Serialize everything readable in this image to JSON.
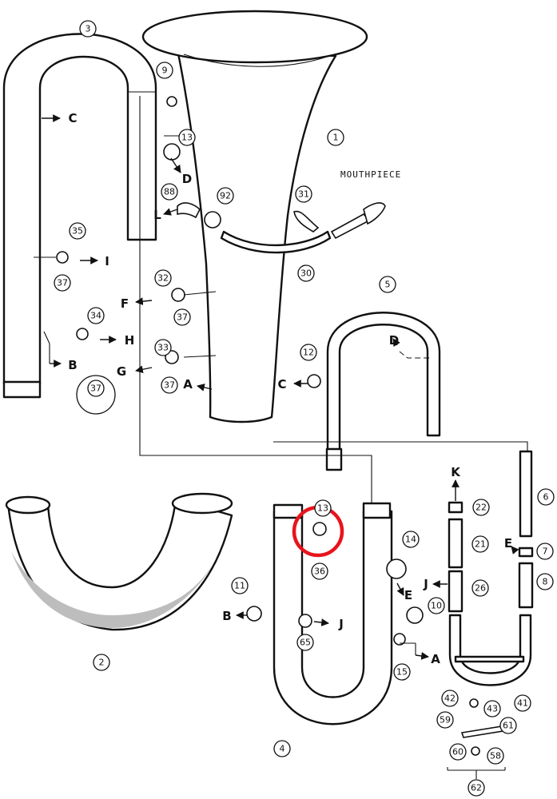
{
  "callouts": [
    {
      "id": "p1",
      "label": "1"
    },
    {
      "id": "p2",
      "label": "2"
    },
    {
      "id": "p3",
      "label": "3"
    },
    {
      "id": "p4",
      "label": "4"
    },
    {
      "id": "p5",
      "label": "5"
    },
    {
      "id": "p6",
      "label": "6"
    },
    {
      "id": "p7",
      "label": "7"
    },
    {
      "id": "p8",
      "label": "8"
    },
    {
      "id": "p9",
      "label": "9"
    },
    {
      "id": "p10",
      "label": "10"
    },
    {
      "id": "p11",
      "label": "11"
    },
    {
      "id": "p12",
      "label": "12"
    },
    {
      "id": "p13",
      "label": "13"
    },
    {
      "id": "p13b",
      "label": "13"
    },
    {
      "id": "p14",
      "label": "14"
    },
    {
      "id": "p15",
      "label": "15"
    },
    {
      "id": "p21",
      "label": "21"
    },
    {
      "id": "p22",
      "label": "22"
    },
    {
      "id": "p26",
      "label": "26"
    },
    {
      "id": "p30",
      "label": "30"
    },
    {
      "id": "p31",
      "label": "31"
    },
    {
      "id": "p32",
      "label": "32"
    },
    {
      "id": "p33",
      "label": "33"
    },
    {
      "id": "p34",
      "label": "34"
    },
    {
      "id": "p35",
      "label": "35"
    },
    {
      "id": "p36",
      "label": "36"
    },
    {
      "id": "p37a",
      "label": "37"
    },
    {
      "id": "p37b",
      "label": "37"
    },
    {
      "id": "p37c",
      "label": "37"
    },
    {
      "id": "p37d",
      "label": "37"
    },
    {
      "id": "p37e",
      "label": "37"
    },
    {
      "id": "p41",
      "label": "41"
    },
    {
      "id": "p42",
      "label": "42"
    },
    {
      "id": "p43",
      "label": "43"
    },
    {
      "id": "p58",
      "label": "58"
    },
    {
      "id": "p59",
      "label": "59"
    },
    {
      "id": "p60",
      "label": "60"
    },
    {
      "id": "p61",
      "label": "61"
    },
    {
      "id": "p62",
      "label": "62"
    },
    {
      "id": "p65",
      "label": "65"
    },
    {
      "id": "p88",
      "label": "88"
    },
    {
      "id": "p92",
      "label": "92"
    }
  ],
  "connection_letters": [
    {
      "id": "C1",
      "label": "C"
    },
    {
      "id": "D1",
      "label": "D"
    },
    {
      "id": "L1",
      "label": "L"
    },
    {
      "id": "I1",
      "label": "I"
    },
    {
      "id": "F1",
      "label": "F"
    },
    {
      "id": "H1",
      "label": "H"
    },
    {
      "id": "B1",
      "label": "B"
    },
    {
      "id": "G1",
      "label": "G"
    },
    {
      "id": "A1",
      "label": "A"
    },
    {
      "id": "C2",
      "label": "C"
    },
    {
      "id": "D2",
      "label": "D"
    },
    {
      "id": "K1",
      "label": "K"
    },
    {
      "id": "E1",
      "label": "E"
    },
    {
      "id": "J1",
      "label": "J"
    },
    {
      "id": "B2",
      "label": "B"
    },
    {
      "id": "J2",
      "label": "J"
    },
    {
      "id": "E2",
      "label": "E"
    },
    {
      "id": "A2",
      "label": "A"
    }
  ],
  "labels": {
    "mouthpiece": "MOUTHPIECE"
  },
  "colors": {
    "ink": "#111111",
    "highlight": "#e8141c",
    "shade": "#bdbdbd"
  }
}
